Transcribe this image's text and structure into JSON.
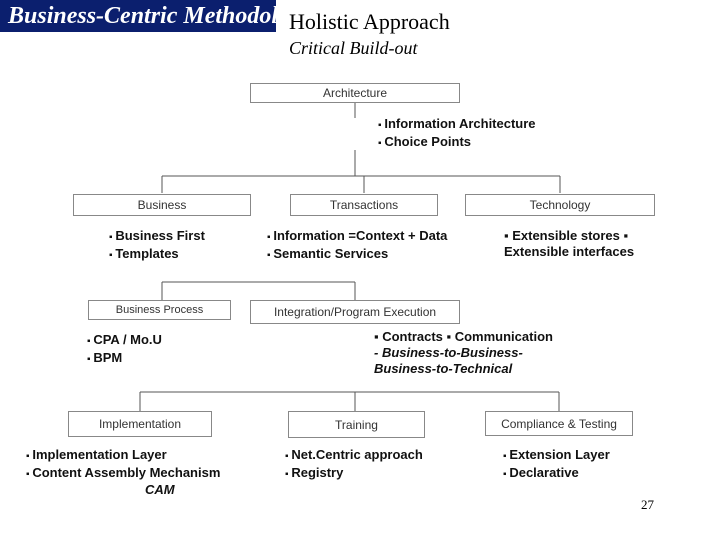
{
  "header": {
    "logo_text": "Business-Centric Methodology",
    "title": "Holistic Approach",
    "subtitle": "Critical Build-out"
  },
  "nodes": {
    "architecture": {
      "label": "Architecture",
      "items": [
        "Information Architecture",
        "Choice Points"
      ]
    },
    "business": {
      "label": "Business",
      "items": [
        "Business First",
        "Templates"
      ]
    },
    "transactions": {
      "label": "Transactions",
      "items": [
        "Information =Context + Data",
        "Semantic Services"
      ]
    },
    "technology": {
      "label": "Technology",
      "line1": "▪ Extensible stores ▪",
      "line2": "Extensible interfaces"
    },
    "business_process": {
      "label": "Business Process",
      "items": [
        "CPA / Mo.U",
        "BPM"
      ]
    },
    "integration": {
      "label": "Integration/Program Execution",
      "line1": "▪ Contracts ▪ Communication",
      "line2": "- Business-to-Business-",
      "line3": "Business-to-Technical"
    },
    "implementation": {
      "label": "Implementation",
      "items": [
        "Implementation Layer",
        "Content Assembly Mechanism"
      ],
      "extra": "CAM"
    },
    "training": {
      "label": "Training",
      "items": [
        "Net.Centric approach",
        "Registry"
      ]
    },
    "compliance": {
      "label": "Compliance & Testing",
      "items": [
        "Extension Layer",
        "Declarative"
      ]
    }
  },
  "page_number": "27"
}
